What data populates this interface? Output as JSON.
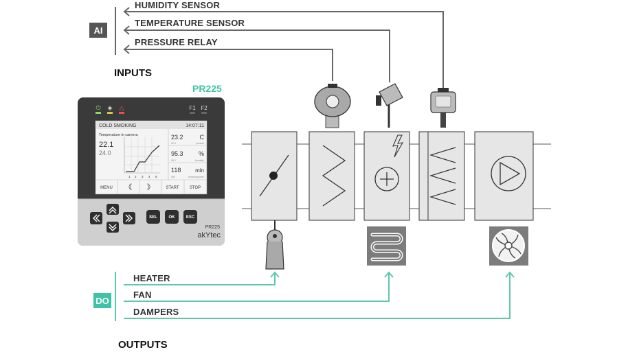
{
  "inputs": {
    "badge": "AI",
    "title": "INPUTS",
    "sensors": [
      "HUMIDITY SENSOR",
      "TEMPERATURE SENSOR",
      "PRESSURE RELAY"
    ]
  },
  "outputs": {
    "badge": "DO",
    "title": "OUTPUTS",
    "items": [
      "HEATER",
      "FAN",
      "DAMPERS"
    ]
  },
  "device": {
    "model_label": "PR225",
    "model_plate": "PR225",
    "brand": "akYtec",
    "led_f1": "F1",
    "led_f2": "F2",
    "screen": {
      "program": "COLD SMOKING",
      "time": "14:07:11",
      "caption": "Temperature in camera",
      "temp_current": "22.1",
      "temp_set": "24.0",
      "graph_ticks": [
        "1",
        "2",
        "3",
        "4",
        "5"
      ],
      "cells": [
        {
          "value": "23.2",
          "unit": "C",
          "sub_left": "22.0",
          "sub_right": "product"
        },
        {
          "value": "95.3",
          "unit": "%",
          "sub_left": "95.0",
          "sub_right": "humidity"
        },
        {
          "value": "118",
          "unit": "min",
          "sub_left": "300",
          "sub_right": "remaining time"
        }
      ],
      "softkeys": [
        "MENU",
        "START",
        "STOP"
      ]
    },
    "keys": {
      "sel": "SEL",
      "ok": "OK",
      "esc": "ESC"
    }
  },
  "colors": {
    "accent": "#3ec3a6",
    "line_in": "#666666",
    "line_out": "#5cc9ad",
    "unit_fill": "#e6e6e6",
    "device_body": "#3a3a3a"
  }
}
